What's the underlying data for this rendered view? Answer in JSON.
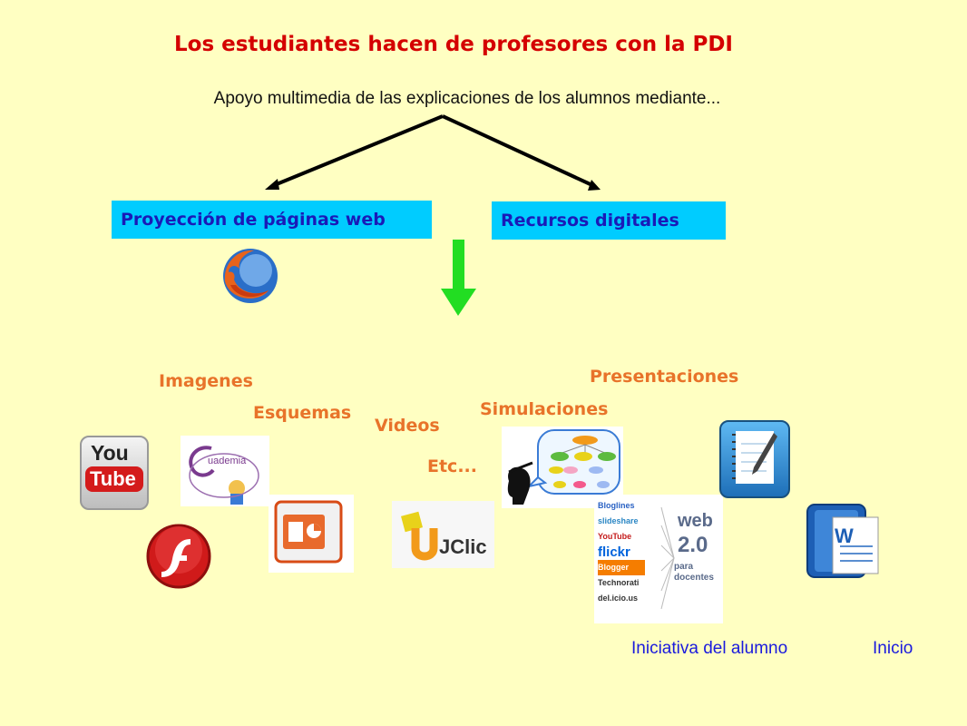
{
  "title": "Los estudiantes hacen de profesores con la PDI",
  "subtitle": "Apoyo multimedia de las explicaciones de los alumnos mediante...",
  "boxes": {
    "web": "Proyección de páginas web",
    "digital": "Recursos digitales"
  },
  "labels": {
    "imagenes": "Imagenes",
    "esquemas": "Esquemas",
    "videos": "Videos",
    "etc": "Etc...",
    "simulaciones": "Simulaciones",
    "presentaciones": "Presentaciones"
  },
  "logos": {
    "youtube_top": "You",
    "youtube_bottom": "Tube",
    "cuademia": "uademia",
    "jclic": "JClic",
    "web20_top": "web",
    "web20_ver": "2.0",
    "web20_sub": "para docentes",
    "services": [
      "Bloglines",
      "slideshare",
      "YouTube",
      "flickr",
      "Blogger",
      "Technorati",
      "del.icio.us"
    ]
  },
  "links": {
    "iniciativa": "Iniciativa del alumno",
    "inicio": "Inicio"
  },
  "colors": {
    "background": "#FFFFC2",
    "title": "#D40000",
    "box": "#00CCFF",
    "box_text": "#1A1AB8",
    "label": "#E8732A",
    "link": "#1A1ADD",
    "arrow_green": "#22DD22"
  }
}
